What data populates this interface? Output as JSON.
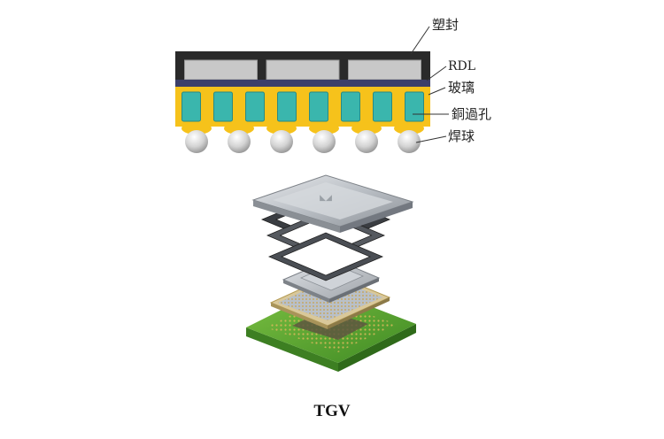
{
  "cross_section": {
    "labels": {
      "mold": "塑封",
      "rdl": "RDL",
      "glass": "玻璃",
      "via": "銅過孔",
      "ball": "焊球"
    },
    "chip_count": 3,
    "via_count": 8,
    "ball_count": 6
  },
  "exploded_view": {
    "layers": [
      "lid",
      "stiffener-frame",
      "stiffener-frame",
      "stiffener-frame",
      "interposer",
      "die-stack",
      "glass-substrate",
      "pcb"
    ]
  },
  "caption": "TGV",
  "colors": {
    "mold": "#2a2a2a",
    "chip": "#c8c8c8",
    "rdl": "#3c3f6a",
    "glass": "#f6c21b",
    "via": "#3ab6ad",
    "ball": "#d9d9d9",
    "pcb": "#58a833",
    "lid": "#bfc4ca"
  }
}
